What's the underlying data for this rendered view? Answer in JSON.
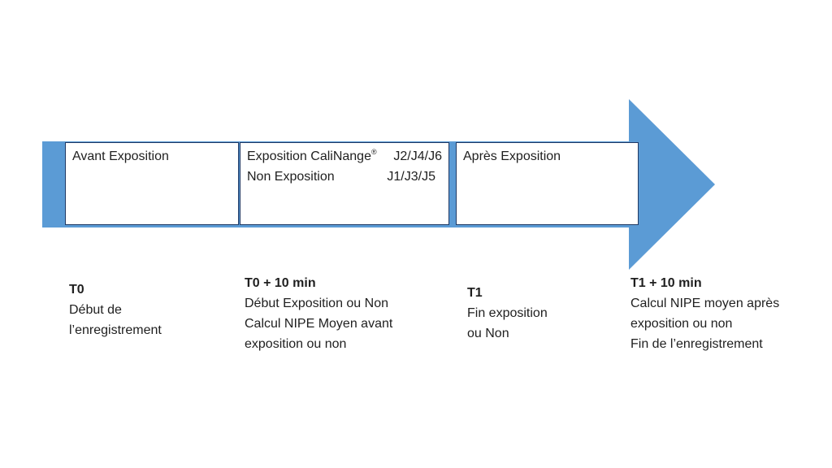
{
  "colors": {
    "arrow": "#5b9bd5",
    "box_border": "#1f3864",
    "text": "#1f1f1f"
  },
  "boxes": [
    {
      "title": "Avant Exposition"
    },
    {
      "line1_prefix": "Exposition CaliNange",
      "line1_mark": "®",
      "line1_days": "J2/J4/J6",
      "line2_label": "Non Exposition",
      "line2_days": "J1/J3/J5"
    },
    {
      "title": "Après Exposition"
    }
  ],
  "steps": [
    {
      "time": "T0",
      "lines": [
        "Début de",
        "l’enregistrement"
      ]
    },
    {
      "time": "T0 + 10 min",
      "lines": [
        "Début Exposition ou Non",
        "Calcul NIPE Moyen avant",
        "exposition ou non"
      ]
    },
    {
      "time": "T1",
      "lines": [
        "Fin exposition",
        "ou Non"
      ]
    },
    {
      "time": "T1 + 10 min",
      "lines": [
        "Calcul NIPE moyen après",
        "exposition ou non",
        "Fin de l’enregistrement"
      ]
    }
  ]
}
